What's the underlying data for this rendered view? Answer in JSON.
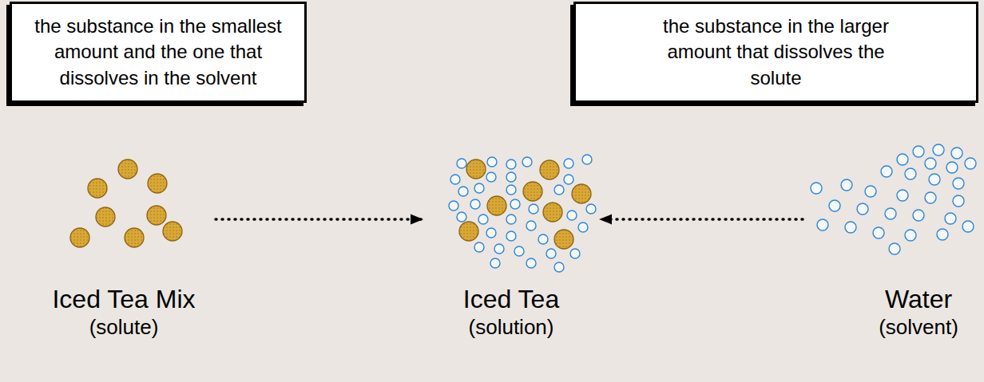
{
  "diagram": {
    "nodes": [
      {
        "text": [
          "the substance in the smallest amount and the one that dissolves in the solvent"
        ]
      },
      {
        "text": [
          "the substance in the larger amount that dissolves the solute"
        ]
      },
      {
        "text": [
          "Iced Tea Mix",
          "(solute)"
        ]
      },
      {
        "text": [
          "Iced Tea",
          "(solution)"
        ]
      },
      {
        "text": [
          "Water",
          "(solvent)"
        ]
      }
    ],
    "edges": [
      {
        "from": 2,
        "to": 3,
        "arrow": "to"
      },
      {
        "from": 4,
        "to": 3,
        "arrow": "to"
      }
    ]
  }
}
